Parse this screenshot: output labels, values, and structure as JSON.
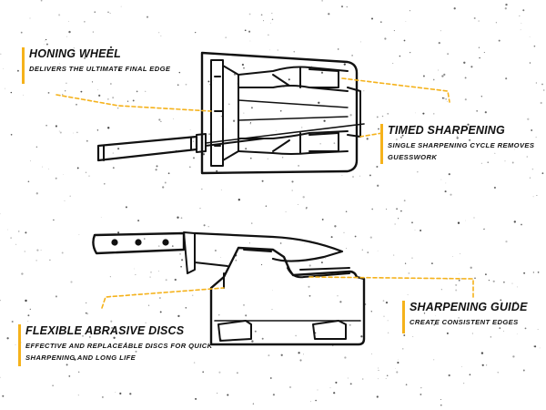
{
  "accent_color": "#f5b21b",
  "line_color": "#111111",
  "callouts": {
    "honing_wheel": {
      "title": "Honing Wheel",
      "desc": "Delivers the ultimate final edge"
    },
    "timed_sharpening": {
      "title": "Timed Sharpening",
      "desc": "Single sharpening cycle removes guesswork"
    },
    "flexible_discs": {
      "title": "Flexible Abrasive Discs",
      "desc": "Effective and replaceable discs for quick sharpening and long life"
    },
    "sharpening_guide": {
      "title": "Sharpening Guide",
      "desc": "Create consistent edges"
    }
  },
  "illustrations": [
    "top-view-sharpener-with-knife",
    "side-view-sharpener-with-knife"
  ]
}
